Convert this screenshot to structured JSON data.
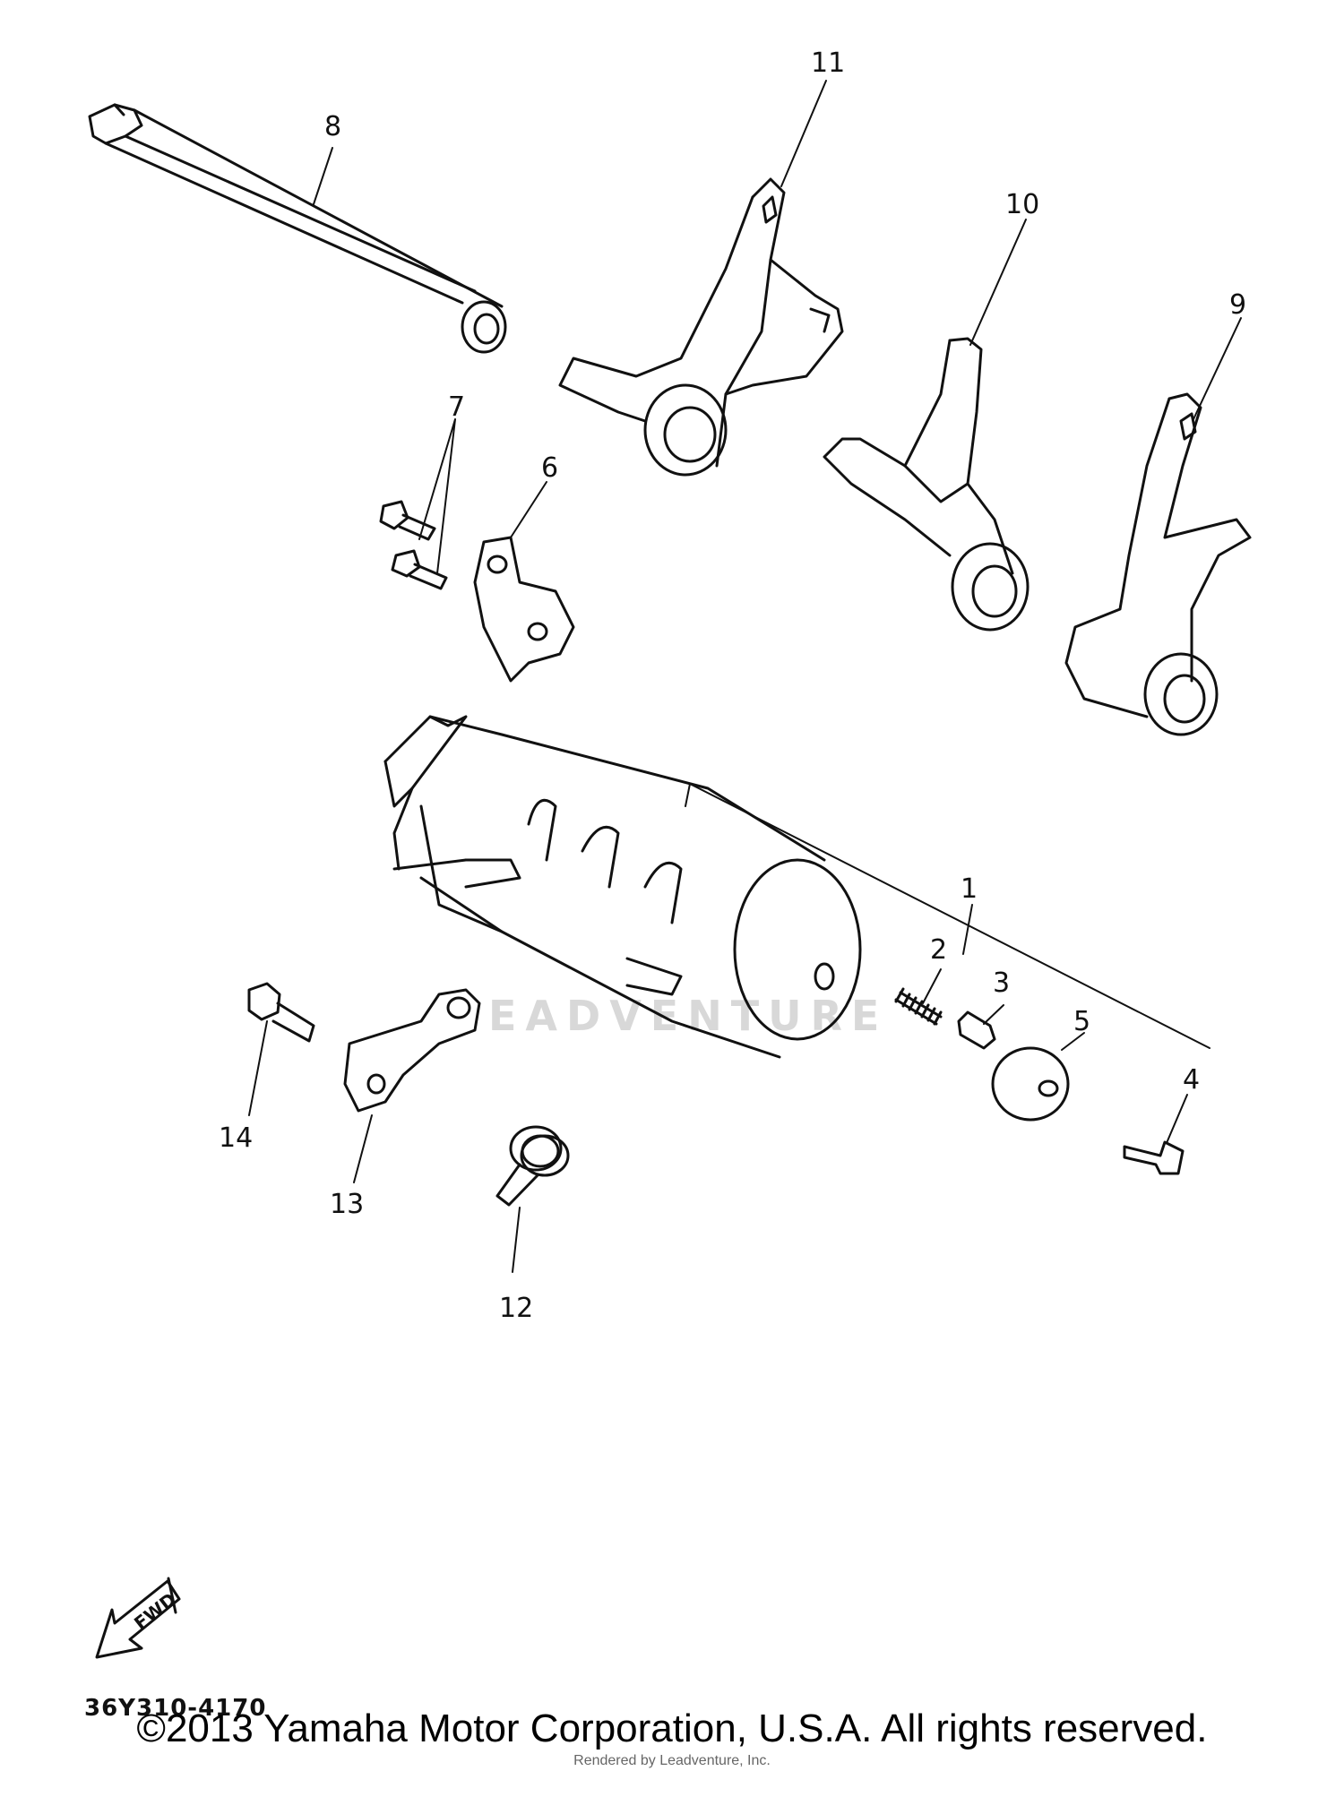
{
  "diagram": {
    "part_numbers": [
      "1",
      "2",
      "3",
      "4",
      "5",
      "6",
      "7",
      "8",
      "9",
      "10",
      "11",
      "12",
      "13",
      "14"
    ],
    "drawing_code": "36Y310-4170",
    "fwd_label": "FWD",
    "watermark": "EADVENTURE",
    "copyright": "©2013 Yamaha Motor Corporation, U.S.A. All rights reserved.",
    "rendered_by": "Rendered by Leadventure, Inc."
  }
}
